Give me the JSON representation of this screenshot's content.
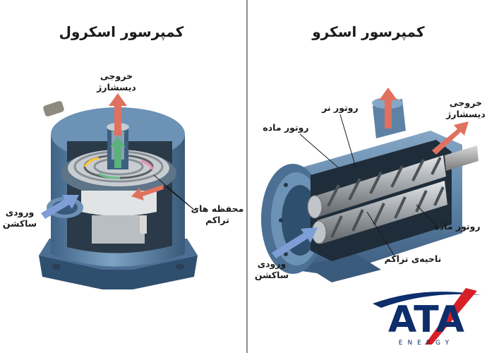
{
  "scroll": {
    "title": "کمپرسور اسکرول",
    "discharge": [
      "خروجی",
      "دیسشارژ"
    ],
    "suction": [
      "ورودی",
      "ساکشن"
    ],
    "pockets": [
      "محفظه های",
      "تراکم"
    ]
  },
  "screw": {
    "title": "کمپرسور اسکرو",
    "discharge": [
      "خروجی",
      "دیسشارژ"
    ],
    "suction": [
      "ورودی",
      "ساکشن"
    ],
    "male_rotor_top": "روتور نر",
    "female_rotor_top": "روتور ماده",
    "female_rotor_right": "روتور ماده",
    "compression_zone": "ناحیه‌ی تراکم"
  },
  "logo": {
    "brand": "ATA",
    "sub": "ENERGY",
    "colors": {
      "navy": "#0d2d6b",
      "red": "#d91f26"
    }
  },
  "colors": {
    "body": "#5b83a8",
    "body_dark": "#2f4f6e",
    "arrow_red": "#e0715f",
    "arrow_blue": "#7e9ed6",
    "arrow_green": "#5bb27a"
  }
}
